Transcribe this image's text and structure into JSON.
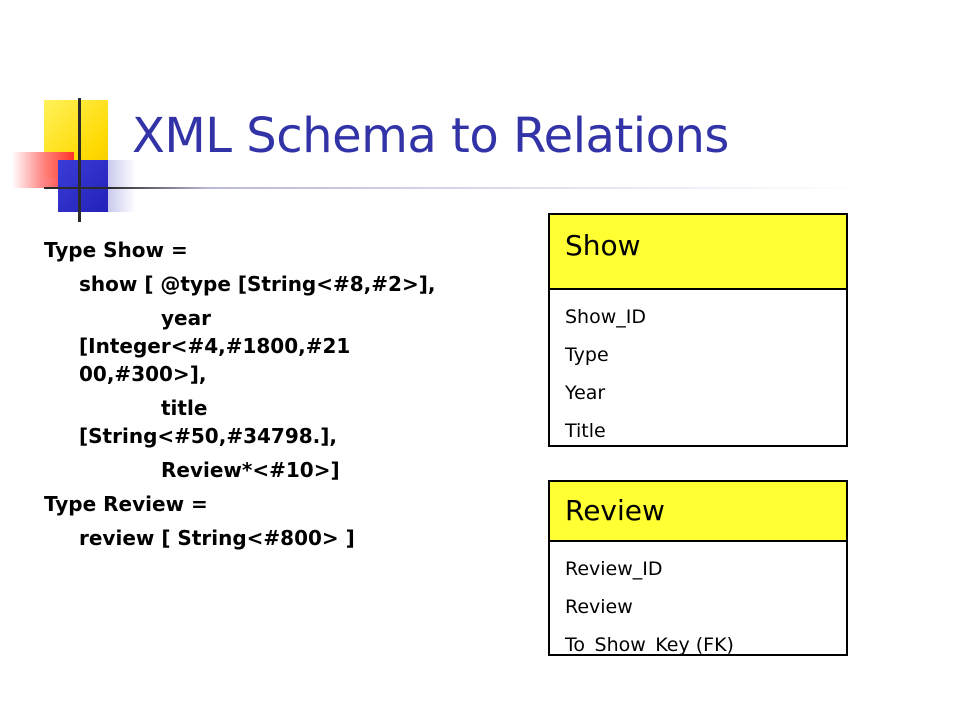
{
  "title": "XML Schema to Relations",
  "schema": {
    "line1": "Type Show =",
    "line2": "show [ @type [String<#8,#2>],",
    "line3a": "year",
    "line3b": "[Integer<#4,#1800,#21",
    "line3c": "00,#300>],",
    "line4a": "title",
    "line4b": "[String<#50,#34798.],",
    "line5": "Review*<#10>]",
    "line6": "Type Review =",
    "line7": "review [ String<#800> ]"
  },
  "tables": {
    "show": {
      "name": "Show",
      "fields": [
        "Show_ID",
        "Type",
        "Year",
        "Title"
      ]
    },
    "review": {
      "name": "Review",
      "fields": [
        "Review_ID",
        "Review",
        "To_Show_Key (FK)"
      ]
    }
  },
  "colors": {
    "title": "#3333a8",
    "table_header_fill": "#ffff33",
    "accent_yellow": "#ffd900",
    "accent_red": "#ff2a2a",
    "accent_blue": "#2323b8"
  }
}
